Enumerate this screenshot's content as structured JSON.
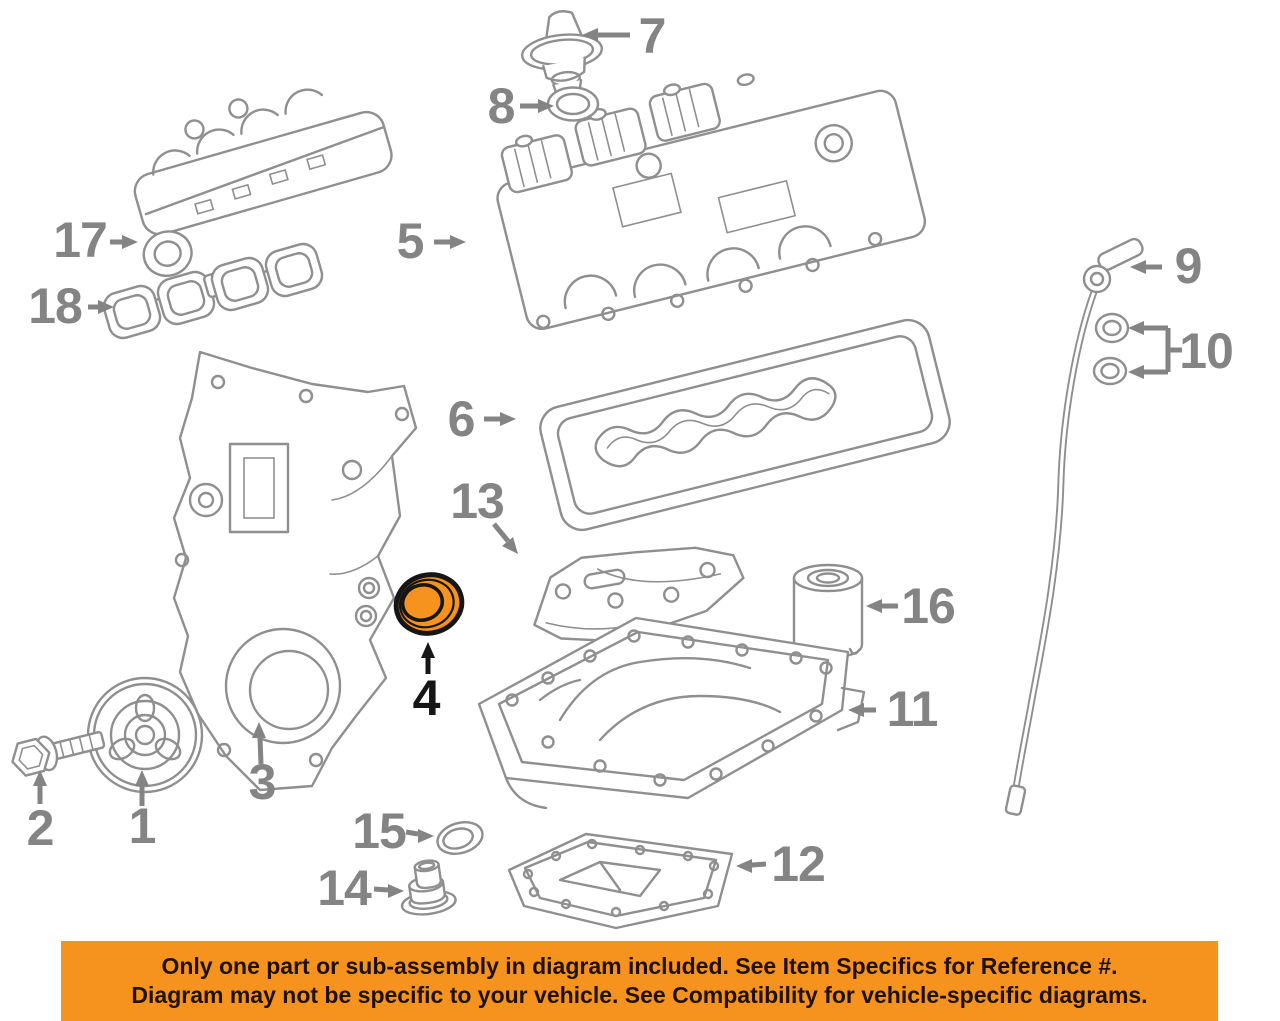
{
  "diagram": {
    "kind": "engine-parts-exploded-diagram",
    "highlighted_part_number": "4"
  },
  "parts": [
    {
      "label": "1",
      "name": "crankshaft-pulley"
    },
    {
      "label": "2",
      "name": "pulley-bolt"
    },
    {
      "label": "3",
      "name": "timing-cover"
    },
    {
      "label": "4",
      "name": "front-crankshaft-seal",
      "highlighted": true
    },
    {
      "label": "5",
      "name": "valve-cover"
    },
    {
      "label": "6",
      "name": "valve-cover-gasket"
    },
    {
      "label": "7",
      "name": "oil-filler-cap"
    },
    {
      "label": "8",
      "name": "filler-cap-seal"
    },
    {
      "label": "9",
      "name": "oil-dipstick"
    },
    {
      "label": "10",
      "name": "dipstick-tube-o-rings"
    },
    {
      "label": "11",
      "name": "oil-pan"
    },
    {
      "label": "12",
      "name": "lower-oil-pan"
    },
    {
      "label": "13",
      "name": "oil-pan-baffle"
    },
    {
      "label": "14",
      "name": "oil-drain-plug"
    },
    {
      "label": "15",
      "name": "drain-plug-seal"
    },
    {
      "label": "16",
      "name": "oil-filter"
    },
    {
      "label": "17",
      "name": "intake-manifold"
    },
    {
      "label": "18",
      "name": "intake-manifold-gasket"
    }
  ],
  "banner": {
    "line1": "Only one part or sub-assembly in diagram included. See Item Specifics for Reference #.",
    "line2": "Diagram may not be specific to your vehicle. See Compatibility for vehicle-specific diagrams."
  },
  "colors": {
    "line": "#8f8f8f",
    "label": "#848484",
    "ink": "#161616",
    "accent": "#F6921E",
    "banner_bg": "#F6921E",
    "banner_text": "#201200"
  }
}
